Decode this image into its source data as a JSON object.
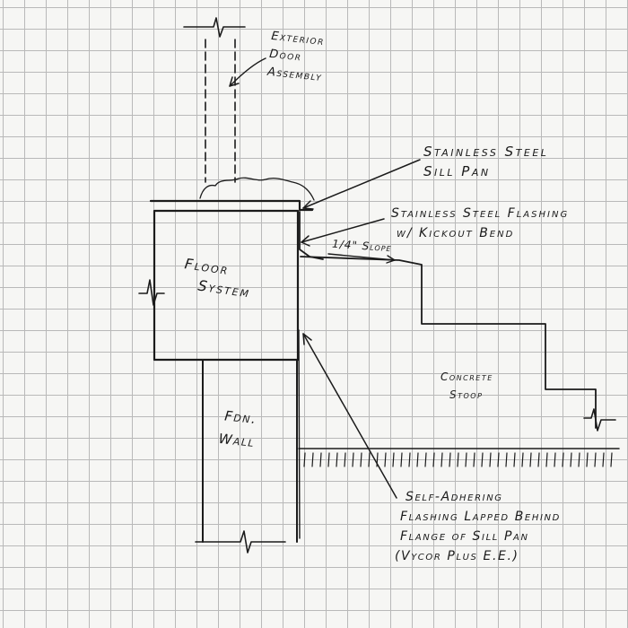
{
  "labels": {
    "door_line1": "Exterior",
    "door_line2": "Door",
    "door_line3": "Assembly",
    "sill_pan_line1": "Stainless Steel",
    "sill_pan_line2": "Sill Pan",
    "flashing_line1": "Stainless Steel Flashing",
    "flashing_line2": "w/ Kickout Bend",
    "slope": "1/4\" Slope",
    "floor_line1": "Floor",
    "floor_line2": "System",
    "concrete_line1": "Concrete",
    "concrete_line2": "Stoop",
    "wall_line1": "Fdn.",
    "wall_line2": "Wall",
    "adhering_line1": "Self-Adhering",
    "adhering_line2": "Flashing Lapped Behind",
    "adhering_line3": "Flange of Sill Pan",
    "adhering_line4": "(Vycor Plus E.E.)"
  },
  "colors": {
    "ink": "#1b1b1b",
    "grid": "#b9b9b9",
    "paper": "#f6f6f4"
  }
}
